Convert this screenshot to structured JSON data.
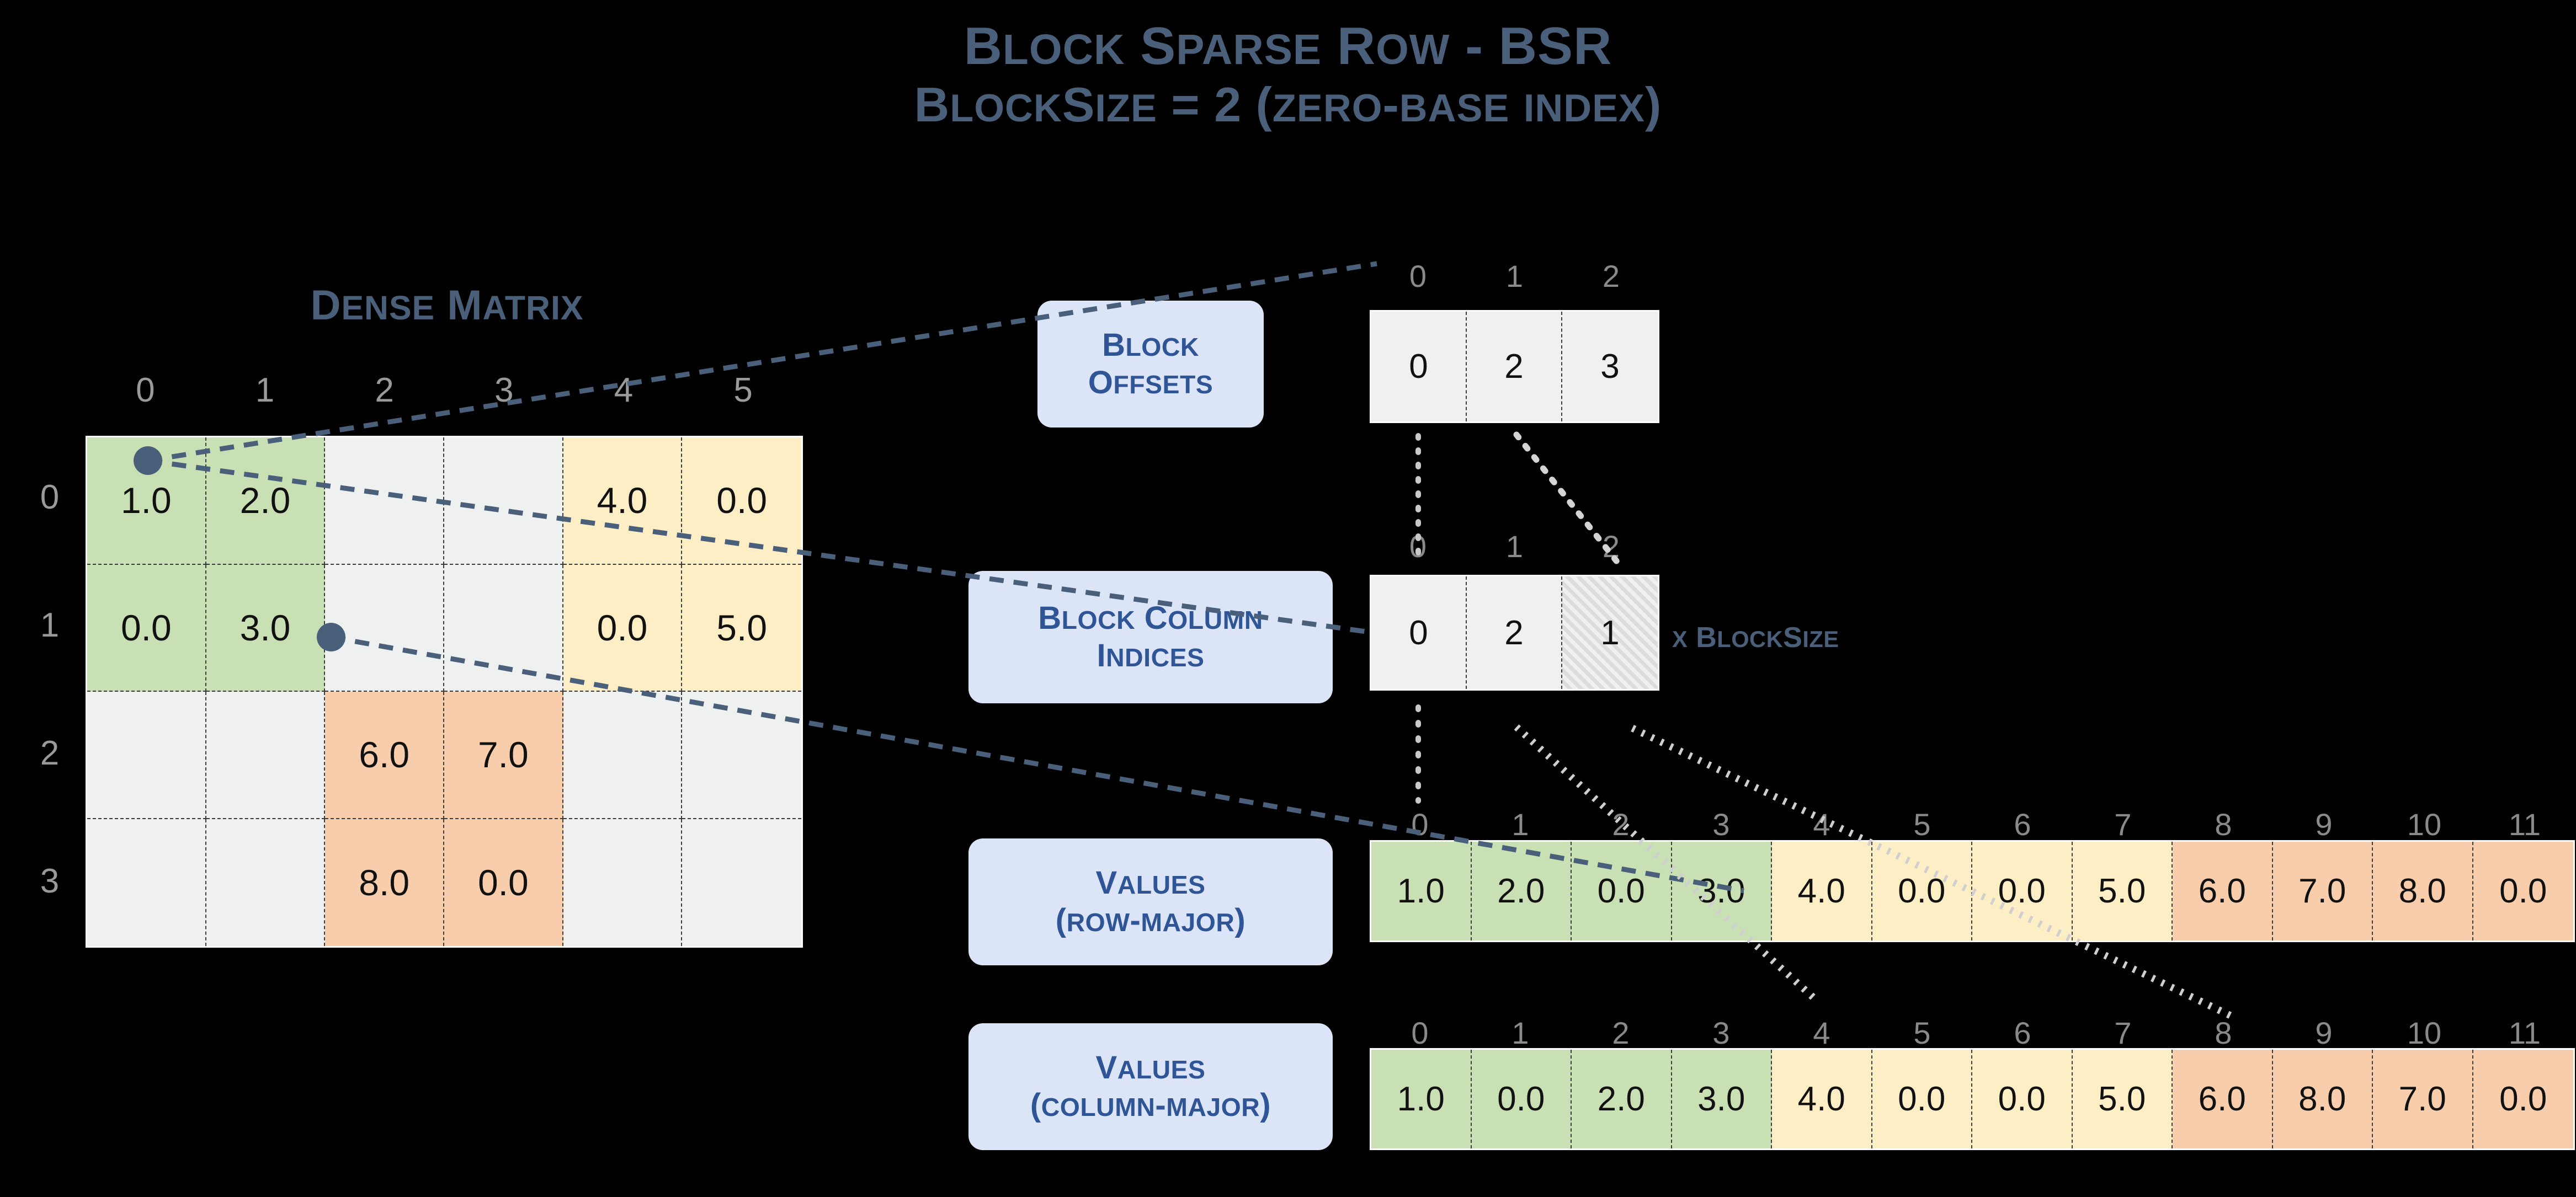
{
  "title": {
    "line1": "Block Sparse Row - BSR",
    "line2": "BlockSize = 2 (zero-base index)"
  },
  "dense_matrix": {
    "title": "Dense Matrix",
    "col_labels": [
      "0",
      "1",
      "2",
      "3",
      "4",
      "5"
    ],
    "row_labels": [
      "0",
      "1",
      "2",
      "3"
    ],
    "rows": [
      [
        {
          "v": "1.0",
          "c": "green"
        },
        {
          "v": "2.0",
          "c": "green"
        },
        {
          "v": "",
          "c": "empty"
        },
        {
          "v": "",
          "c": "empty"
        },
        {
          "v": "4.0",
          "c": "cream"
        },
        {
          "v": "0.0",
          "c": "cream"
        }
      ],
      [
        {
          "v": "0.0",
          "c": "green"
        },
        {
          "v": "3.0",
          "c": "green"
        },
        {
          "v": "",
          "c": "empty"
        },
        {
          "v": "",
          "c": "empty"
        },
        {
          "v": "0.0",
          "c": "cream"
        },
        {
          "v": "5.0",
          "c": "cream"
        }
      ],
      [
        {
          "v": "",
          "c": "empty"
        },
        {
          "v": "",
          "c": "empty"
        },
        {
          "v": "6.0",
          "c": "peach"
        },
        {
          "v": "7.0",
          "c": "peach"
        },
        {
          "v": "",
          "c": "empty"
        },
        {
          "v": "",
          "c": "empty"
        }
      ],
      [
        {
          "v": "",
          "c": "empty"
        },
        {
          "v": "",
          "c": "empty"
        },
        {
          "v": "8.0",
          "c": "peach"
        },
        {
          "v": "0.0",
          "c": "peach"
        },
        {
          "v": "",
          "c": "empty"
        },
        {
          "v": "",
          "c": "empty"
        }
      ]
    ]
  },
  "block_offsets": {
    "label_line1": "Block",
    "label_line2": "Offsets",
    "indices": [
      "0",
      "1",
      "2"
    ],
    "values": [
      "0",
      "2",
      "3"
    ]
  },
  "block_column_indices": {
    "label_line1": "Block Column",
    "label_line2": "Indices",
    "indices": [
      "0",
      "1",
      "2"
    ],
    "values": [
      "0",
      "2",
      "1"
    ],
    "hatched_cell": 2,
    "note": "x BlockSize"
  },
  "values_row_major": {
    "label_line1": "Values",
    "label_line2": "(row-major)",
    "indices": [
      "0",
      "1",
      "2",
      "3",
      "4",
      "5",
      "6",
      "7",
      "8",
      "9",
      "10",
      "11"
    ],
    "values": [
      "1.0",
      "2.0",
      "0.0",
      "3.0",
      "4.0",
      "0.0",
      "0.0",
      "5.0",
      "6.0",
      "7.0",
      "8.0",
      "0.0"
    ],
    "colors": [
      "green",
      "green",
      "green",
      "green",
      "cream",
      "cream",
      "cream",
      "cream",
      "peach",
      "peach",
      "peach",
      "peach"
    ]
  },
  "values_column_major": {
    "label_line1": "Values",
    "label_line2": "(column-major)",
    "indices": [
      "0",
      "1",
      "2",
      "3",
      "4",
      "5",
      "6",
      "7",
      "8",
      "9",
      "10",
      "11"
    ],
    "values": [
      "1.0",
      "0.0",
      "2.0",
      "3.0",
      "4.0",
      "0.0",
      "0.0",
      "5.0",
      "6.0",
      "8.0",
      "7.0",
      "0.0"
    ],
    "colors": [
      "green",
      "green",
      "green",
      "green",
      "cream",
      "cream",
      "cream",
      "cream",
      "peach",
      "peach",
      "peach",
      "peach"
    ]
  },
  "colors": {
    "background": "#000000",
    "title_blue": "#4a5f7a",
    "label_box_bg": "#dbe5f7",
    "label_box_text": "#2f5597",
    "block_green": "#c9e0b4",
    "block_cream": "#fdeec6",
    "block_peach": "#f7cdab",
    "empty_cell": "#eff0f0",
    "index_gray": "#8a8a8a"
  }
}
